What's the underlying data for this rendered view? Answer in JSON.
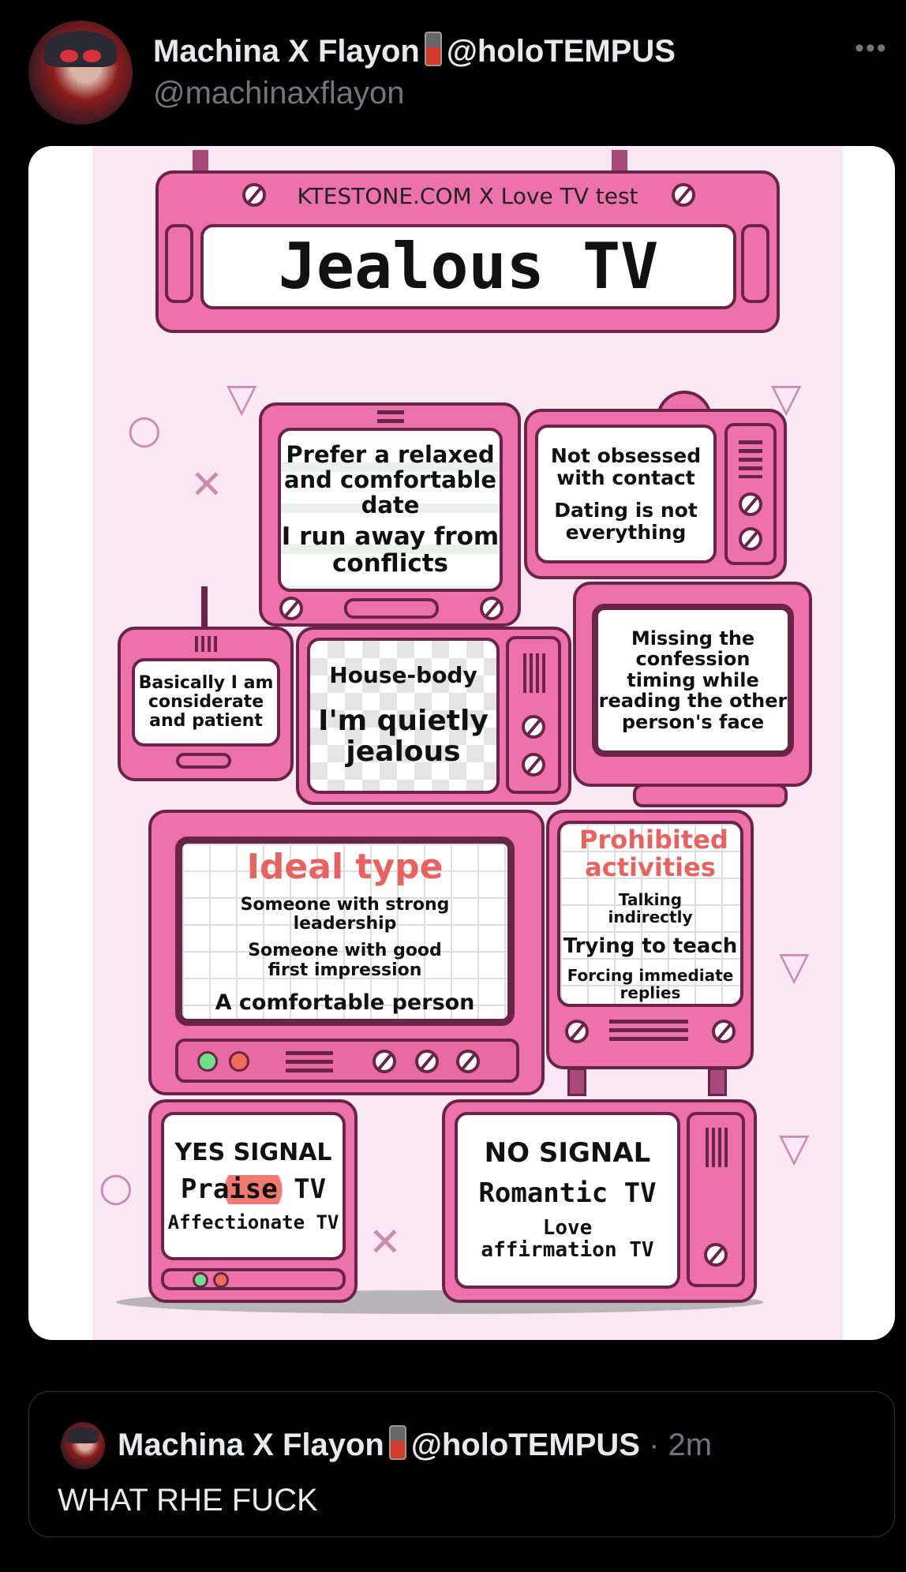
{
  "post": {
    "display_name": "Machina X Flayon",
    "secondary_handle": "@holoTEMPUS",
    "handle": "@machinaxflayon",
    "more_icon": "more-dots-icon",
    "emoji": "low-battery-emoji"
  },
  "image": {
    "header": "KTESTONE.COM X Love TV test",
    "title": "Jealous TV",
    "tv1": [
      "Prefer a relaxed and comfortable date",
      "I run away from conflicts"
    ],
    "tv2": [
      "Not obsessed with contact",
      "Dating is not everything"
    ],
    "tv3": "Basically I am considerate and patient",
    "tv4": [
      "House-body",
      "I'm quietly jealous"
    ],
    "tv5": "Missing the confession timing while reading the other person's face",
    "tv6": {
      "heading": "Ideal type",
      "items": [
        "Someone with strong leadership",
        "Someone with good first impression",
        "A comfortable person"
      ]
    },
    "tv7": {
      "heading": "Prohibited activities",
      "items": [
        "Talking indirectly",
        "Trying to teach",
        "Forcing immediate replies"
      ]
    },
    "tv8": {
      "heading": "YES SIGNAL",
      "items": [
        "Praise TV",
        "Affectionate TV"
      ]
    },
    "tv9": {
      "heading": "NO SIGNAL",
      "items": [
        "Romantic TV",
        "Love affirmation TV"
      ]
    }
  },
  "quoted": {
    "display_name": "Machina X Flayon",
    "secondary_handle": "@holoTEMPUS",
    "time": "2m",
    "text": "WHAT RHE FUCK"
  },
  "colors": {
    "tv_pink": "#ed72ac",
    "outline": "#6a2448",
    "accent_red": "#e8635f"
  }
}
